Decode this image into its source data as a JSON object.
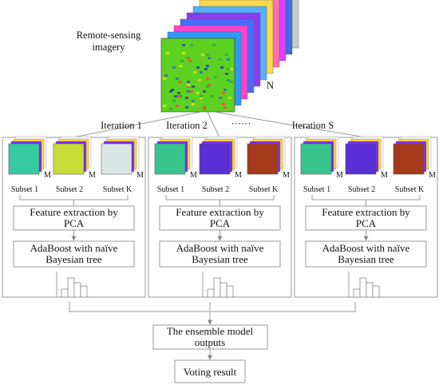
{
  "title_lines": [
    "Remote-sensing",
    "imagery"
  ],
  "band_count_label": "N",
  "iterations": [
    {
      "label": "Iteration 1",
      "subsets": [
        "Subset 1",
        "Subset 2",
        "Subset K"
      ],
      "subset_colors": [
        "#37c9a0",
        "#c6dd3a",
        "#d8e6e6"
      ],
      "m_label": "M",
      "pca_lines": [
        "Feature extraction by",
        "PCA"
      ],
      "ada_lines": [
        "AdaBoost with naïve",
        "Bayesian tree"
      ]
    },
    {
      "label": "Iteration 2",
      "subsets": [
        "Subset 1",
        "Subset 2",
        "Subset K"
      ],
      "subset_colors": [
        "#39c48f",
        "#5a2fd6",
        "#a73a1d"
      ],
      "m_label": "M",
      "pca_lines": [
        "Feature extraction by",
        "PCA"
      ],
      "ada_lines": [
        "AdaBoost with naïve",
        "Bayesian tree"
      ]
    },
    {
      "label": "Iteration S",
      "subsets": [
        "Subset 1",
        "Subset 2",
        "Subset K"
      ],
      "subset_colors": [
        "#39c48f",
        "#5a2fd6",
        "#a73a1d"
      ],
      "m_label": "M",
      "pca_lines": [
        "Feature extraction by",
        "PCA"
      ],
      "ada_lines": [
        "AdaBoost with naïve",
        "Bayesian tree"
      ]
    }
  ],
  "ellipsis_label": "······",
  "ensemble_lines": [
    "The ensemble model",
    "outputs"
  ],
  "voting_label": "Voting result",
  "stack_colors": [
    "#c9c9c9",
    "#3c6ee0",
    "#e040ff",
    "#ff6fae",
    "#ffd84a",
    "#54b1ff",
    "#8a3df0",
    "#4a6cff",
    "#ff44c8",
    "#2f98ff"
  ],
  "front_color": "#5dd11f"
}
